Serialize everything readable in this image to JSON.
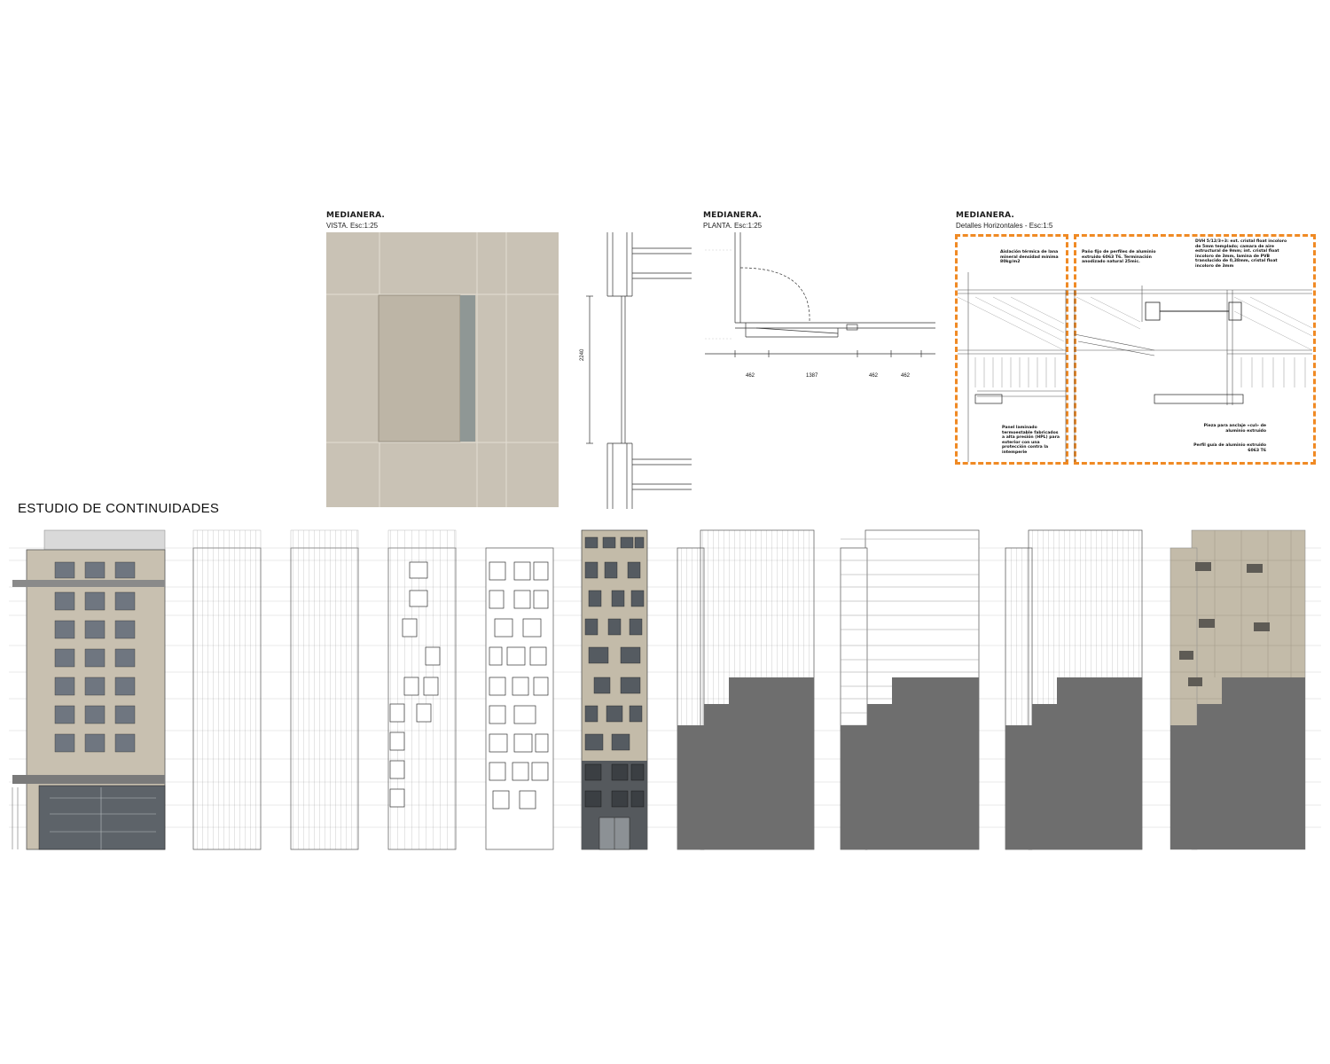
{
  "colors": {
    "panel": "#c9c2b5",
    "panel_dark": "#bdb5a6",
    "dark_mass": "#6e6e6e",
    "accent_orange": "#f08a24",
    "glass": "#8f9795"
  },
  "view": {
    "title": "MEDIANERA.",
    "subtitle": "VISTA. Esc:1:25",
    "dimension": "2240"
  },
  "plan": {
    "title": "MEDIANERA.",
    "subtitle": "PLANTA. Esc:1:25",
    "dimensions": [
      "462",
      "1387",
      "462",
      "462"
    ]
  },
  "details": {
    "title": "MEDIANERA.",
    "subtitle": "Detalles Horizontales - Esc:1:5",
    "notes": {
      "insulation": "Aislación térmica de lana mineral densidad mínima 80kg/m2",
      "panel": "Panel laminado termoestable fabricados a alta presión (HPL) para exterior con una protección contra la intemperie",
      "window_frame": "Paño fijo de perfiles de aluminio extruido 6063 T6. Terminación anodizado natural 25mic.",
      "glazing": "DVH 5/12/3+3: ext. cristal float incoloro de 5mm templado; camara de aire estructural de 9mm; int. cristal float incoloro de 3mm, lamina de PVB translucido de 0,38mm, cristal float incoloro de 3mm",
      "anchor": "Pieza para anclaje «cul» de aluminio extruido",
      "guide": "Perfil guía de aluminio extruido 6063 T6"
    }
  },
  "study": {
    "title": "ESTUDIO DE CONTINUIDADES"
  }
}
